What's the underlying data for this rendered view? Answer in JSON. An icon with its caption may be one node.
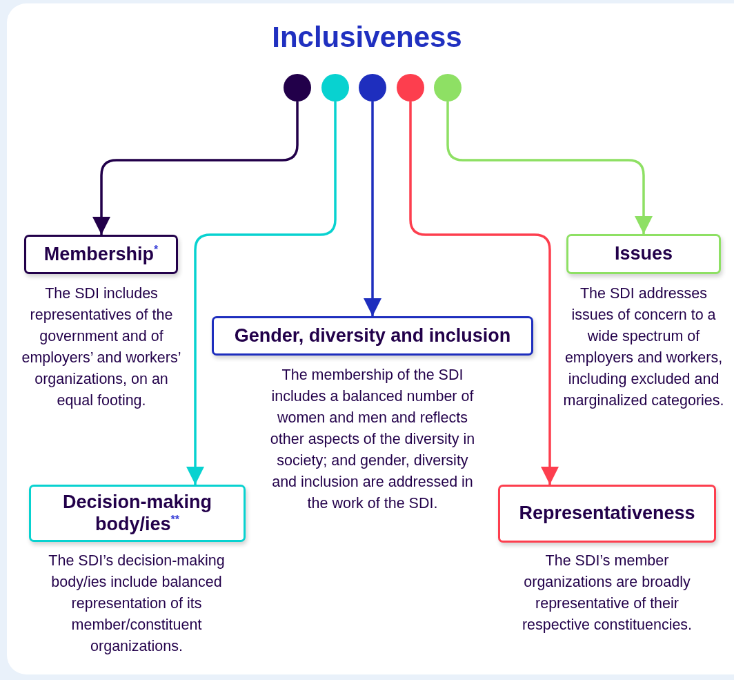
{
  "diagram": {
    "title": "Inclusiveness",
    "nodes": [
      {
        "text": [],
        "shape": "circle"
      },
      {
        "text": [],
        "shape": "circle"
      },
      {
        "text": [],
        "shape": "circle"
      },
      {
        "text": [],
        "shape": "circle"
      },
      {
        "text": [],
        "shape": "circle"
      },
      {
        "text": [
          "Membership$^{*}$",
          "The SDI includes representatives of the government and of employers’ and workers’ organizations, on an equal footing."
        ]
      },
      {
        "text": [
          "Decision-making body/ies$^{**}$",
          "The SDI’s decision-making body/ies include balanced representation of its member/constituent organizations."
        ]
      },
      {
        "text": [
          "Gender, diversity and inclusion",
          "The membership of the SDI includes a balanced number of women and men and reflects other aspects of the diversity in society; and gender, diversity and inclusion are addressed in the work of the SDI."
        ]
      },
      {
        "text": [
          "Issues",
          "The SDI addresses issues of concern to a wide spectrum of employers and workers, including excluded and marginalized categories."
        ]
      },
      {
        "text": [
          "Representativeness",
          "The SDI’s member organizations are broadly representative of their respective constituencies."
        ]
      }
    ],
    "edges": [
      {
        "from": 0,
        "to": 5,
        "arrow": "to",
        "color": "#22004a"
      },
      {
        "from": 1,
        "to": 6,
        "arrow": "to",
        "color": "#08d2d0"
      },
      {
        "from": 2,
        "to": 7,
        "arrow": "to",
        "color": "#1e2ebe"
      },
      {
        "from": 3,
        "to": 9,
        "arrow": "to",
        "color": "#fd3e4e"
      },
      {
        "from": 4,
        "to": 8,
        "arrow": "to",
        "color": "#8ee064"
      }
    ]
  }
}
